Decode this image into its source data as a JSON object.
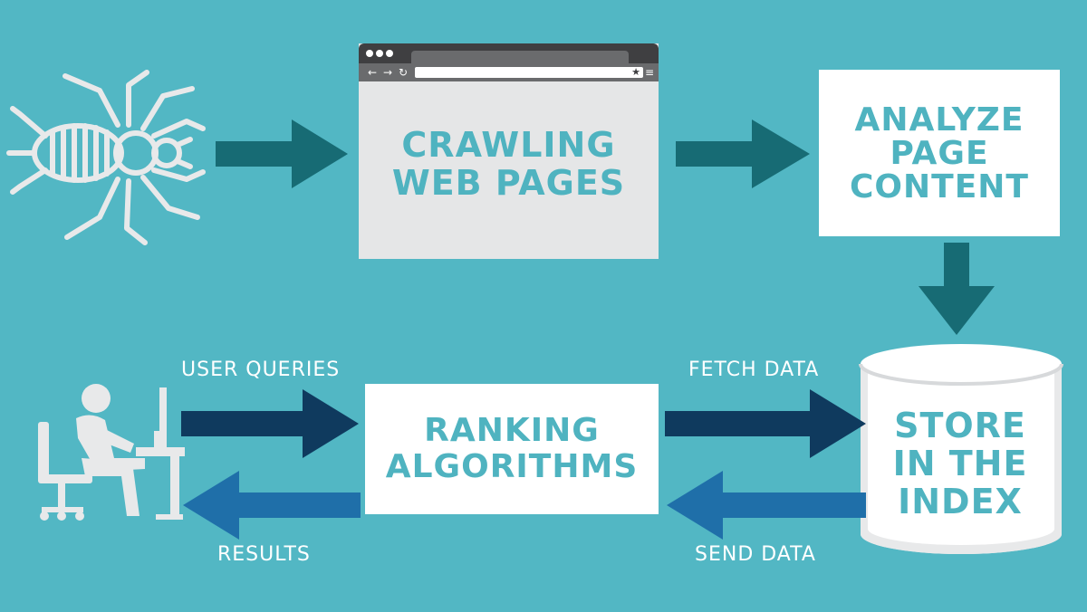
{
  "steps": {
    "crawling": "CRAWLING WEB PAGES",
    "analyze": "ANALYZE PAGE CONTENT",
    "store": "STORE IN THE INDEX",
    "ranking": "RANKING ALGORITHMS"
  },
  "step_lines": {
    "crawling": [
      "CRAWLING",
      "WEB PAGES"
    ],
    "analyze": [
      "ANALYZE",
      "PAGE",
      "CONTENT"
    ],
    "store": [
      "STORE",
      "IN THE",
      "INDEX"
    ],
    "ranking": [
      "RANKING",
      "ALGORITHMS"
    ]
  },
  "labels": {
    "user_queries": "USER QUERIES",
    "results": "RESULTS",
    "fetch_data": "FETCH DATA",
    "send_data": "SEND DATA"
  },
  "icons": {
    "crawler": "spider-icon",
    "browser": "browser-window-icon",
    "user": "person-at-computer-icon",
    "index": "database-cylinder-icon"
  },
  "colors": {
    "background": "#52b7c4",
    "box_text": "#4fb3c0",
    "arrow_teal": "#176b74",
    "arrow_navy": "#0f3a5e",
    "arrow_blue": "#1f6fa9",
    "icon_light": "#e8e9ea"
  }
}
